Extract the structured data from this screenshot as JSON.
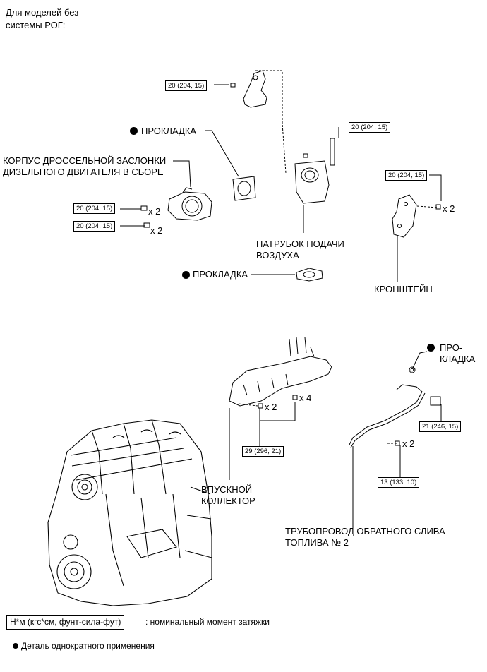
{
  "header": {
    "line1": "Для моделей без",
    "line2": "системы РОГ:"
  },
  "labels": {
    "gasket_top": "ПРОКЛАДКА",
    "throttle_body": "КОРПУС ДРОССЕЛЬНОЙ ЗАСЛОНКИ\nДИЗЕЛЬНОГО ДВИГАТЕЛЯ В СБОРЕ",
    "air_inlet": "ПАТРУБОК ПОДАЧИ\nВОЗДУХА",
    "gasket_mid": "ПРОКЛАДКА",
    "bracket": "КРОНШТЕЙН",
    "intake_manifold": "ВПУСКНОЙ\nКОЛЛЕКТОР",
    "gasket_right": "ПРО-\nКЛАДКА",
    "fuel_pipe": "ТРУБОПРОВОД ОБРАТНОГО СЛИВА\nТОПЛИВА № 2"
  },
  "torque": {
    "t1": "20 (204, 15)",
    "t2": "20 (204, 15)",
    "t3": "20 (204, 15)",
    "t4": "20 (204, 15)",
    "t5": "20 (204, 15)",
    "t6": "29 (296, 21)",
    "t7": "21 (246, 15)",
    "t8": "13 (133, 10)"
  },
  "multipliers": {
    "m1": "x 2",
    "m2": "x 2",
    "m3": "x 2",
    "m4": "x 4",
    "m5": "x 2",
    "m6": "x 2"
  },
  "legend": {
    "torque_key": "Н*м (кгс*см, фунт-сила-фут)",
    "torque_desc": ": номинальный момент затяжки",
    "nonreusable": "Деталь однократного применения"
  }
}
